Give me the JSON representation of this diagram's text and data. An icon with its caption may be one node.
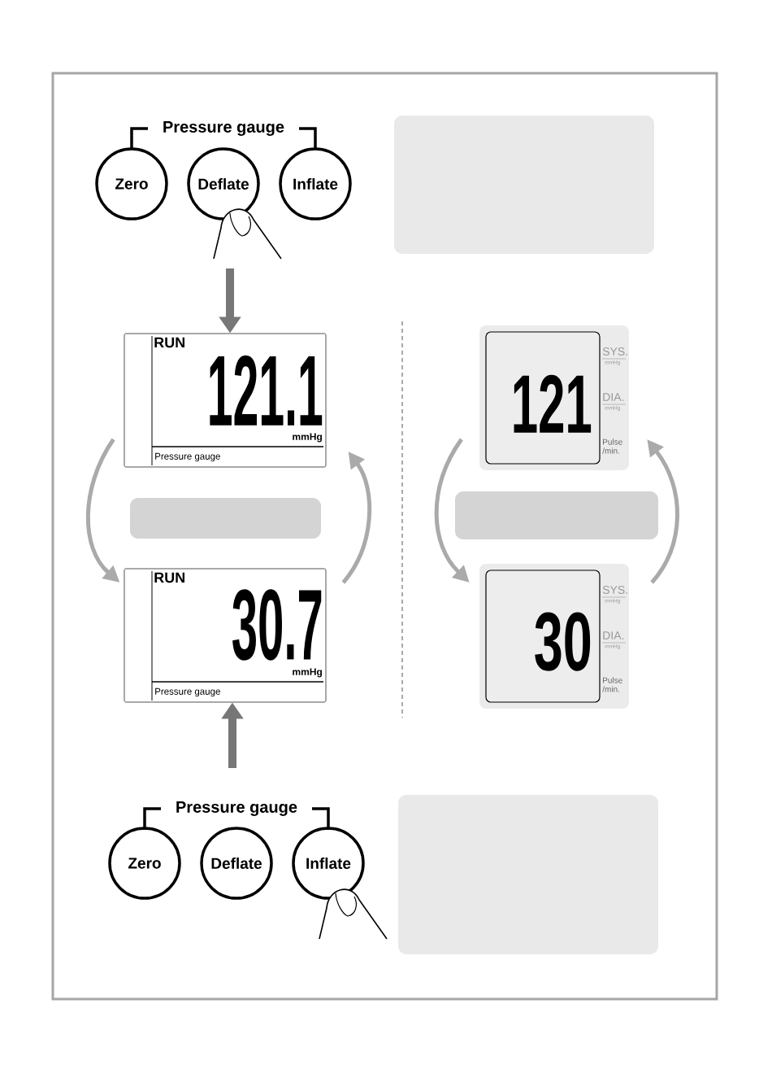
{
  "diagram": {
    "nodes": [
      {
        "text": [
          "Zero"
        ]
      },
      {
        "text": [
          "Deflate"
        ]
      },
      {
        "text": [
          "Inflate"
        ]
      },
      {
        "text": [],
        "shape": "box"
      },
      {
        "text": [
          "RUN",
          "121.1",
          "mmHg",
          "Pressure gauge"
        ]
      },
      {
        "text": [
          "121",
          "SYS.",
          "mmHg",
          "DIA.",
          "mmHg",
          "Pulse",
          "/min."
        ]
      },
      {
        "text": [],
        "shape": "box"
      },
      {
        "text": [],
        "shape": "box"
      },
      {
        "text": [
          "RUN",
          "30.7",
          "mmHg",
          "Pressure gauge"
        ]
      },
      {
        "text": [
          "30",
          "SYS.",
          "mmHg",
          "DIA.",
          "mmHg",
          "Pulse",
          "/min."
        ]
      },
      {
        "text": [
          "Zero"
        ]
      },
      {
        "text": [
          "Deflate"
        ]
      },
      {
        "text": [
          "Inflate"
        ]
      },
      {
        "text": [],
        "shape": "box"
      }
    ],
    "edges": [
      {
        "from": null,
        "to": 4,
        "arrow": "to",
        "style": "thick",
        "color": "#777777"
      },
      {
        "from": 4,
        "to": 8,
        "arrow": "to"
      },
      {
        "from": 8,
        "to": 4,
        "arrow": "to"
      },
      {
        "from": 5,
        "to": 9,
        "arrow": "to"
      },
      {
        "from": 9,
        "to": 5,
        "arrow": "to"
      },
      {
        "from": null,
        "to": 8,
        "arrow": "to",
        "style": "thick",
        "color": "#777777"
      }
    ],
    "labels": [
      "Pressure gauge",
      "Pressure gauge"
    ]
  }
}
